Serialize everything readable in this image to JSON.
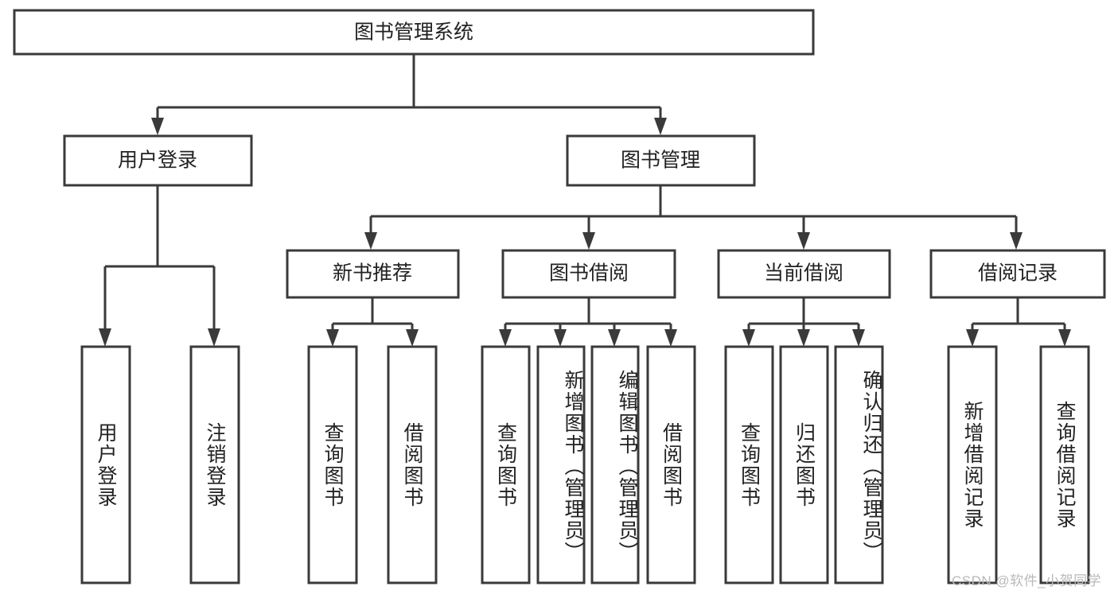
{
  "diagram": {
    "type": "tree",
    "title": "图书管理系统",
    "background_color": "#ffffff",
    "line_color": "#3a3a3a",
    "text_color": "#222222",
    "root": {
      "id": "root",
      "label": "图书管理系统"
    },
    "level2": [
      {
        "id": "user-login",
        "label": "用户登录"
      },
      {
        "id": "book-manage",
        "label": "图书管理"
      }
    ],
    "level3": [
      {
        "id": "new-book-recommend",
        "label": "新书推荐"
      },
      {
        "id": "book-borrow",
        "label": "图书借阅"
      },
      {
        "id": "current-borrow",
        "label": "当前借阅"
      },
      {
        "id": "borrow-record",
        "label": "借阅记录"
      }
    ],
    "leaves": {
      "user_login": [
        {
          "id": "leaf-user-login",
          "label": "用户登录"
        },
        {
          "id": "leaf-logout-login",
          "label": "注销登录"
        }
      ],
      "new_book_recommend": [
        {
          "id": "leaf-query-book-1",
          "label": "查询图书"
        },
        {
          "id": "leaf-borrow-book-1",
          "label": "借阅图书"
        }
      ],
      "book_borrow": [
        {
          "id": "leaf-query-book-2",
          "label": "查询图书"
        },
        {
          "id": "leaf-add-book",
          "label": "新增图书（管理员）"
        },
        {
          "id": "leaf-edit-book",
          "label": "编辑图书（管理员）"
        },
        {
          "id": "leaf-borrow-book-2",
          "label": "借阅图书"
        }
      ],
      "current_borrow": [
        {
          "id": "leaf-query-book-3",
          "label": "查询图书"
        },
        {
          "id": "leaf-return-book",
          "label": "归还图书"
        },
        {
          "id": "leaf-confirm-return",
          "label": "确认归还（管理员）"
        }
      ],
      "borrow_record": [
        {
          "id": "leaf-add-record",
          "label": "新增借阅记录"
        },
        {
          "id": "leaf-query-record",
          "label": "查询借阅记录"
        }
      ]
    }
  },
  "watermark": {
    "text": "CSDN @软件_小贺同学"
  }
}
